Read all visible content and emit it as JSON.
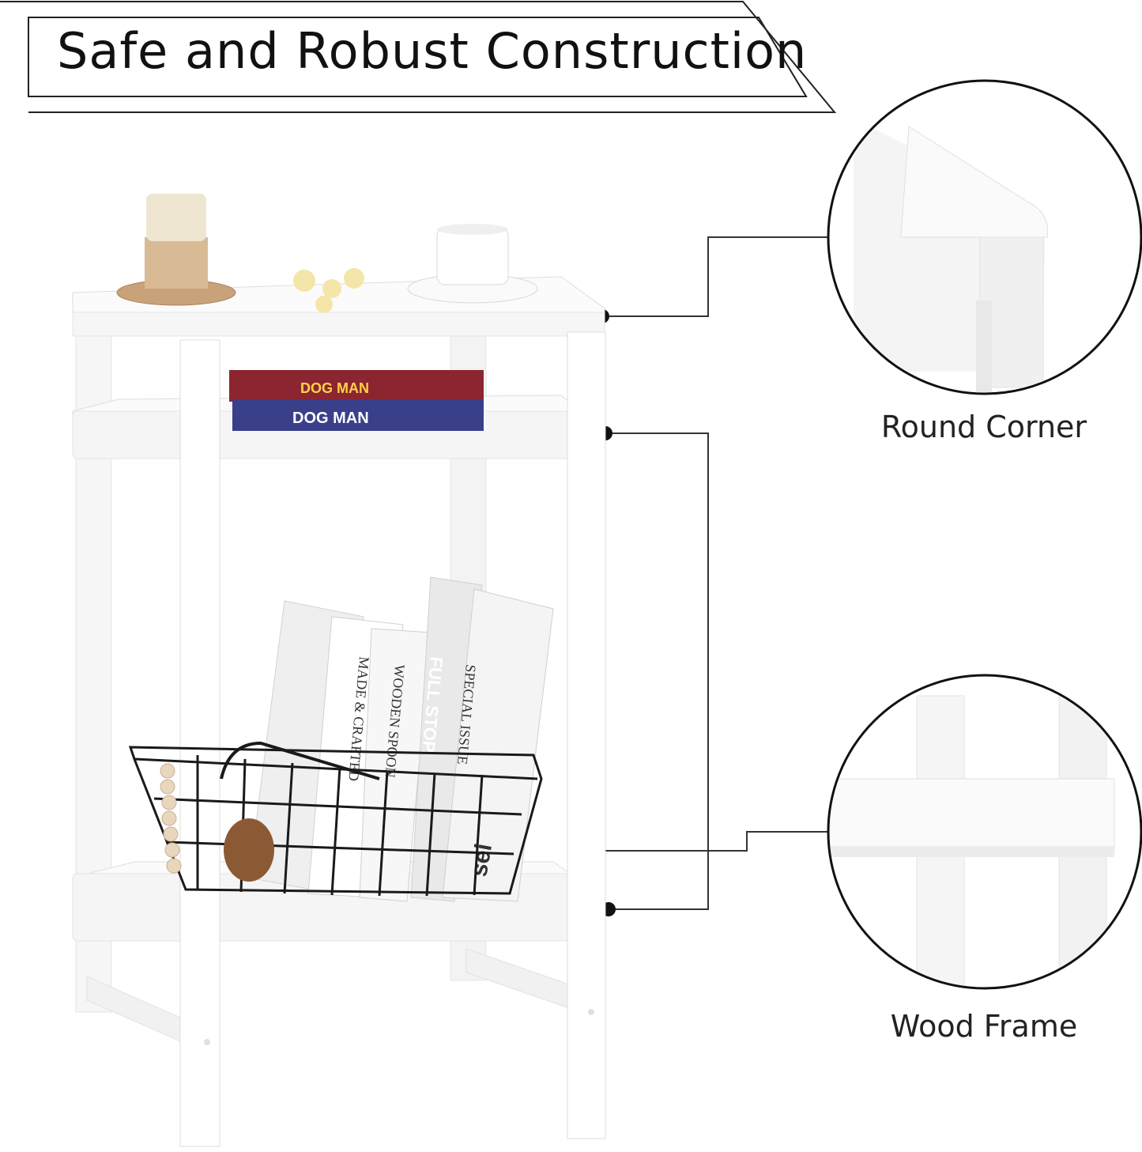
{
  "title": "Safe and Robust Construction",
  "callouts": {
    "round_corner": "Round Corner",
    "wood_frame": "Wood Frame"
  },
  "product_props": {
    "book_top_1": "DOG MAN",
    "book_top_2": "DOG MAN",
    "book_spines": [
      "MADE & CRAFTED",
      "WOODEN SPOON",
      "FULL STOP.",
      "SPECIAL ISSUE"
    ],
    "basket_book_tag": "sei"
  },
  "colors": {
    "accent": "#111111",
    "furniture": "#ffffff",
    "shadow": "#e6e6e6"
  }
}
